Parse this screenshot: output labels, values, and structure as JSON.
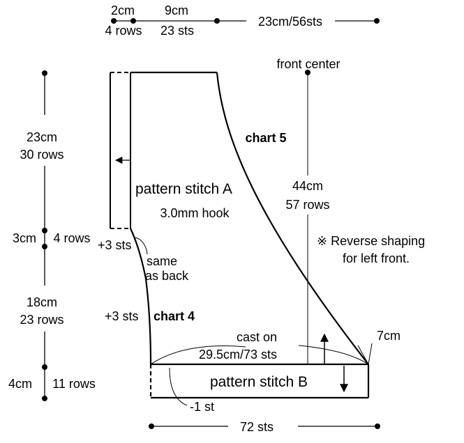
{
  "top_dimensions": {
    "d1_cm": "2cm",
    "d1_rows": "4 rows",
    "d2_cm": "9cm",
    "d2_sts": "23 sts",
    "d3": "23cm/56sts"
  },
  "left_dimensions": {
    "seg1_cm": "23cm",
    "seg1_rows": "30 rows",
    "seg2_cm": "3cm",
    "seg2_rows": "4 rows",
    "seg3_cm": "18cm",
    "seg3_rows": "23 rows",
    "seg4_cm": "4cm",
    "seg4_rows": "11 rows"
  },
  "labels": {
    "front_center": "front center",
    "chart5": "chart 5",
    "chart4": "chart 4",
    "pattern_a": "pattern stitch A",
    "hook": "3.0mm hook",
    "pattern_b": "pattern stitch B",
    "height_cm": "44cm",
    "height_rows": "57 rows",
    "note_line1": "※ Reverse shaping",
    "note_line2": "for left front.",
    "plus3_upper": "+3 sts",
    "plus3_lower": "+3 sts",
    "same_line1": "same",
    "same_line2": "as back",
    "cast_on_line1": "cast on",
    "cast_on_line2": "29.5cm/73 sts",
    "seven_cm": "7cm",
    "minus1": "-1 st",
    "bottom_sts": "72 sts"
  },
  "colors": {
    "ink": "#000000",
    "background": "#ffffff"
  }
}
